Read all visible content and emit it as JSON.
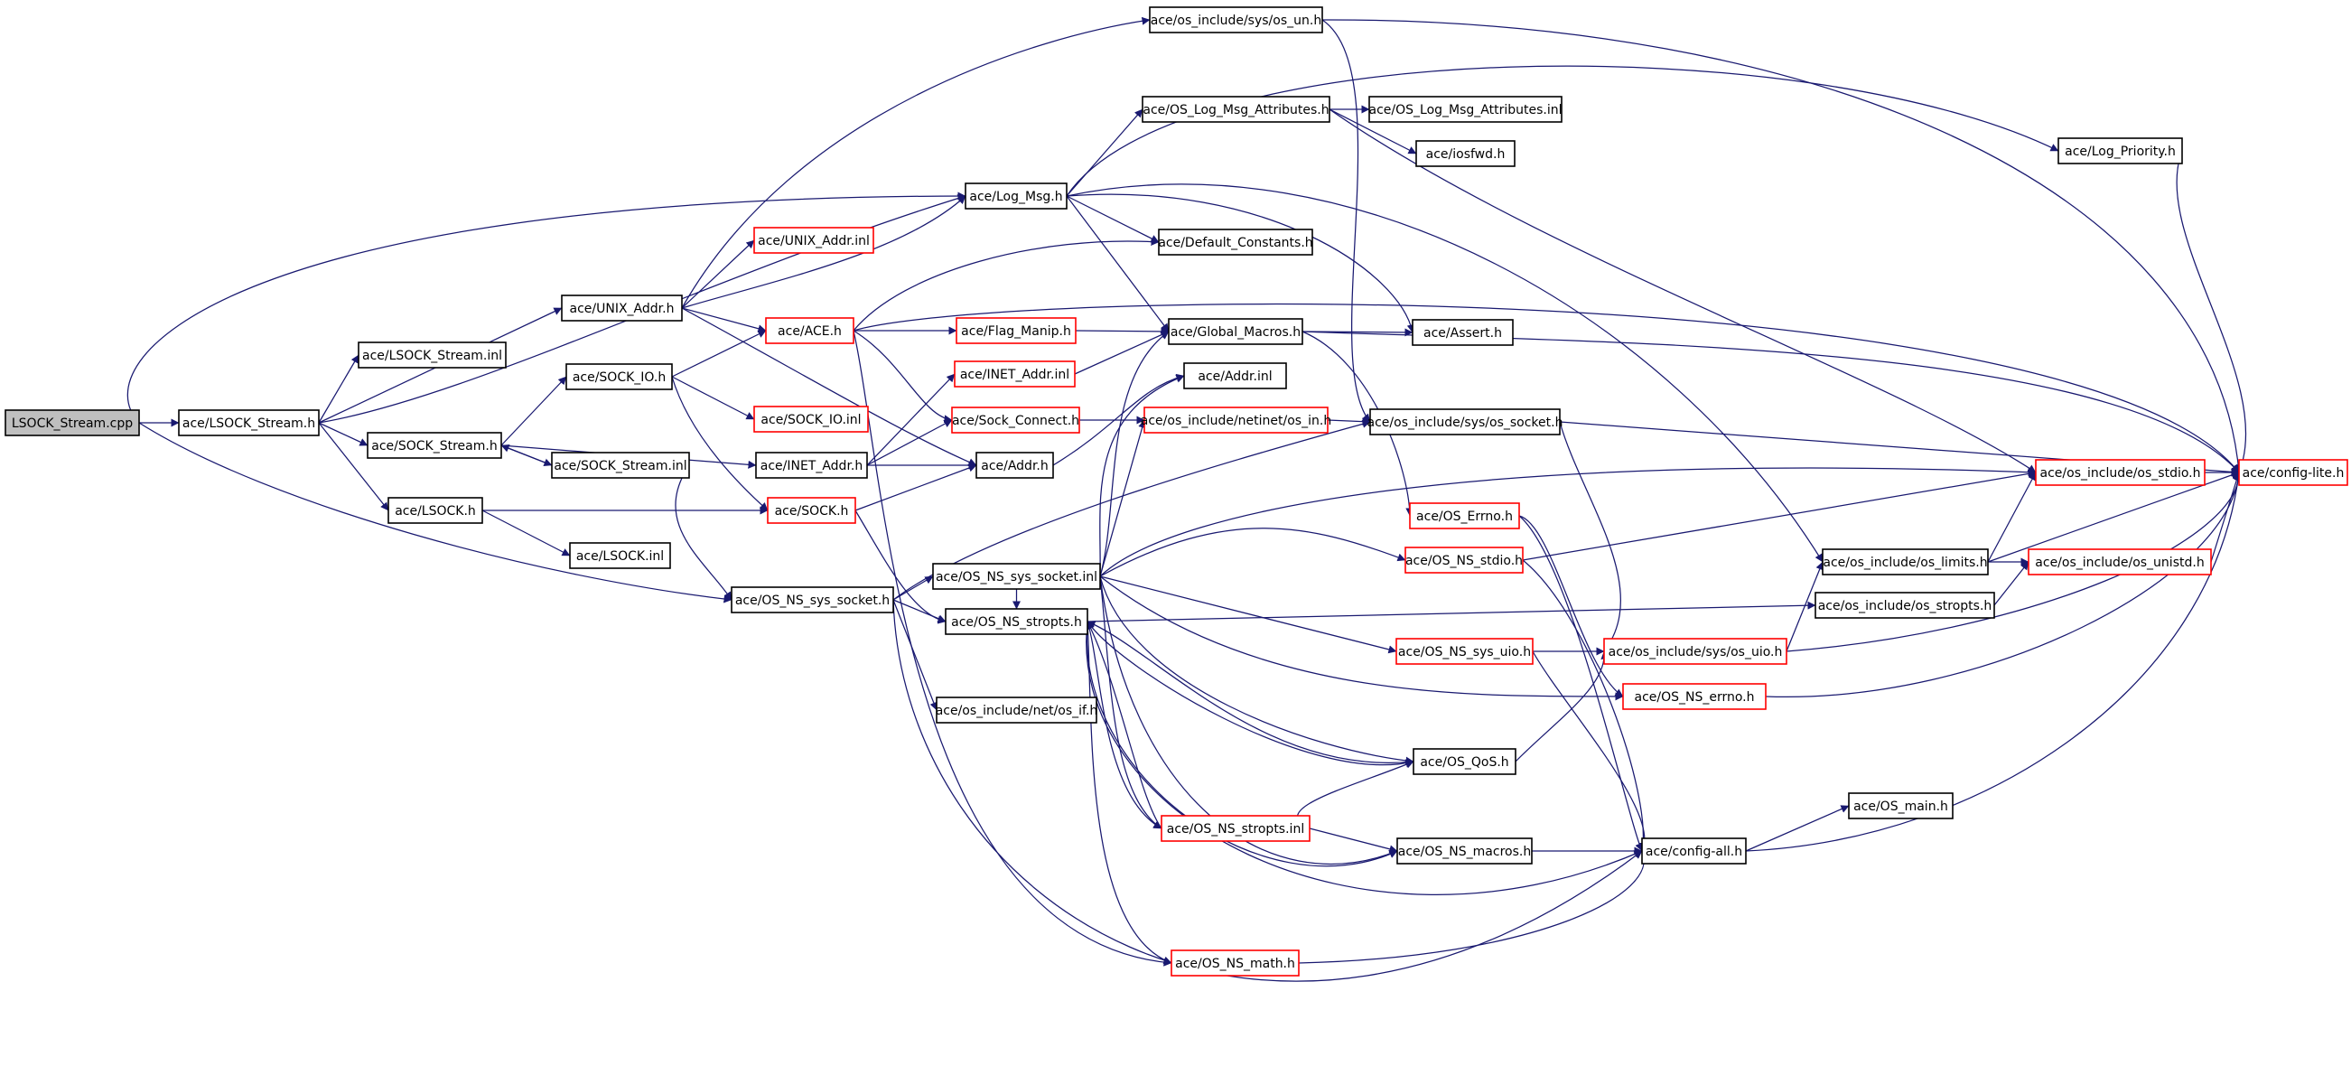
{
  "colors": {
    "edge": "#191970",
    "truncated_border": "#ff0000",
    "root_fill": "#bfbfbf",
    "node_border": "#000000"
  },
  "nodes": {
    "lsock_stream_cpp": {
      "label": "LSOCK_Stream.cpp",
      "root": true
    },
    "lsock_stream_h": {
      "label": "ace/LSOCK_Stream.h"
    },
    "lsock_stream_inl": {
      "label": "ace/LSOCK_Stream.inl"
    },
    "unix_addr_h": {
      "label": "ace/UNIX_Addr.h"
    },
    "sock_io_h": {
      "label": "ace/SOCK_IO.h"
    },
    "sock_stream_h": {
      "label": "ace/SOCK_Stream.h"
    },
    "sock_stream_inl": {
      "label": "ace/SOCK_Stream.inl"
    },
    "lsock_h": {
      "label": "ace/LSOCK.h"
    },
    "lsock_inl": {
      "label": "ace/LSOCK.inl"
    },
    "os_ns_sys_socket_h": {
      "label": "ace/OS_NS_sys_socket.h"
    },
    "unix_addr_inl": {
      "label": "ace/UNIX_Addr.inl",
      "truncated": true
    },
    "ace_h": {
      "label": "ace/ACE.h",
      "truncated": true
    },
    "sock_io_inl": {
      "label": "ace/SOCK_IO.inl",
      "truncated": true
    },
    "inet_addr_h": {
      "label": "ace/INET_Addr.h"
    },
    "inet_addr_inl": {
      "label": "ace/INET_Addr.inl",
      "truncated": true
    },
    "sock_h": {
      "label": "ace/SOCK.h",
      "truncated": true
    },
    "addr_h": {
      "label": "ace/Addr.h"
    },
    "sock_connect_h": {
      "label": "ace/Sock_Connect.h",
      "truncated": true
    },
    "flag_manip_h": {
      "label": "ace/Flag_Manip.h",
      "truncated": true
    },
    "log_msg_h": {
      "label": "ace/Log_Msg.h"
    },
    "os_ns_sys_socket_inl": {
      "label": "ace/OS_NS_sys_socket.inl"
    },
    "os_ns_stropts_h": {
      "label": "ace/OS_NS_stropts.h"
    },
    "os_include_net_os_if_h": {
      "label": "ace/os_include/net/os_if.h"
    },
    "os_include_sys_os_un_h": {
      "label": "ace/os_include/sys/os_un.h"
    },
    "os_log_msg_attributes_h": {
      "label": "ace/OS_Log_Msg_Attributes.h"
    },
    "default_constants_h": {
      "label": "ace/Default_Constants.h"
    },
    "global_macros_h": {
      "label": "ace/Global_Macros.h"
    },
    "addr_inl": {
      "label": "ace/Addr.inl"
    },
    "os_include_netinet_os_in_h": {
      "label": "ace/os_include/netinet/os_in.h",
      "truncated": true
    },
    "os_ns_stropts_inl": {
      "label": "ace/OS_NS_stropts.inl",
      "truncated": true
    },
    "os_ns_math_h": {
      "label": "ace/OS_NS_math.h",
      "truncated": true
    },
    "os_log_msg_attributes_inl": {
      "label": "ace/OS_Log_Msg_Attributes.inl"
    },
    "iosfwd_h": {
      "label": "ace/iosfwd.h"
    },
    "assert_h": {
      "label": "ace/Assert.h"
    },
    "os_include_sys_os_socket_h": {
      "label": "ace/os_include/sys/os_socket.h"
    },
    "os_errno_h": {
      "label": "ace/OS_Errno.h",
      "truncated": true
    },
    "os_ns_stdio_h": {
      "label": "ace/OS_NS_stdio.h",
      "truncated": true
    },
    "os_ns_sys_uio_h": {
      "label": "ace/OS_NS_sys_uio.h",
      "truncated": true
    },
    "os_qos_h": {
      "label": "ace/OS_QoS.h"
    },
    "os_ns_macros_h": {
      "label": "ace/OS_NS_macros.h"
    },
    "os_include_sys_os_uio_h": {
      "label": "ace/os_include/sys/os_uio.h",
      "truncated": true
    },
    "os_ns_errno_h": {
      "label": "ace/OS_NS_errno.h",
      "truncated": true
    },
    "config_all_h": {
      "label": "ace/config-all.h"
    },
    "os_include_os_limits_h": {
      "label": "ace/os_include/os_limits.h"
    },
    "os_include_os_stropts_h": {
      "label": "ace/os_include/os_stropts.h"
    },
    "os_main_h": {
      "label": "ace/OS_main.h"
    },
    "log_priority_h": {
      "label": "ace/Log_Priority.h"
    },
    "os_include_os_stdio_h": {
      "label": "ace/os_include/os_stdio.h",
      "truncated": true
    },
    "os_include_os_unistd_h": {
      "label": "ace/os_include/os_unistd.h",
      "truncated": true
    },
    "config_lite_h": {
      "label": "ace/config-lite.h",
      "truncated": true
    }
  }
}
